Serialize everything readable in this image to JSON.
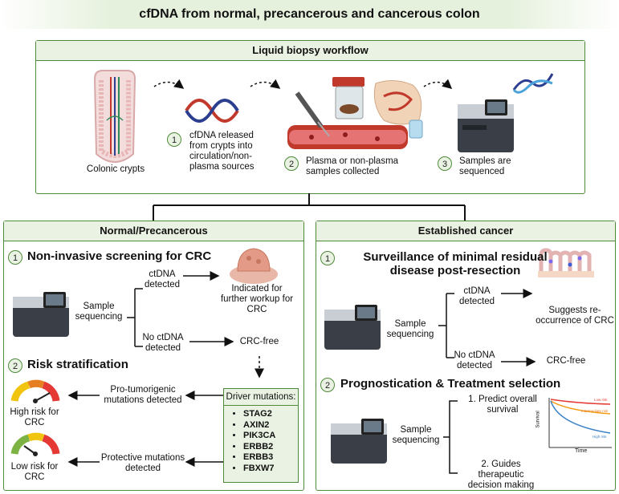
{
  "title": "cfDNA from normal, precancerous and cancerous colon",
  "workflow": {
    "title": "Liquid biopsy workflow",
    "crypts_label": "Colonic crypts",
    "step1": {
      "num": "1",
      "label": "cfDNA released from crypts into circulation/non-plasma sources"
    },
    "step2": {
      "num": "2",
      "label": "Plasma or non-plasma samples collected"
    },
    "step3": {
      "num": "3",
      "label": "Samples are sequenced"
    }
  },
  "left": {
    "title": "Normal/Precancerous",
    "s1": {
      "num": "1",
      "title": "Non-invasive screening for CRC",
      "sample": "Sample sequencing",
      "detected": "ctDNA detected",
      "indicated": "Indicated for further workup for CRC",
      "not_detected": "No ctDNA detected",
      "free": "CRC-free"
    },
    "s2": {
      "num": "2",
      "title": "Risk stratification",
      "high": "High risk for CRC",
      "low": "Low risk for CRC",
      "pro": "Pro-tumorigenic mutations detected",
      "prot": "Protective mutations detected",
      "driver_title": "Driver mutations:",
      "genes": [
        "STAG2",
        "AXIN2",
        "PIK3CA",
        "ERBB2",
        "ERBB3",
        "FBXW7"
      ]
    }
  },
  "right": {
    "title": "Established cancer",
    "s1": {
      "num": "1",
      "title": "Surveillance of minimal residual disease post-resection",
      "sample": "Sample sequencing",
      "detected": "ctDNA detected",
      "suggests": "Suggests re-occurrence of CRC",
      "not_detected": "No ctDNA detected",
      "free": "CRC-free"
    },
    "s2": {
      "num": "2",
      "title": "Prognostication & Treatment selection",
      "sample": "Sample sequencing",
      "p1": "1.  Predict overall survival",
      "p2": "2. Guides therapeutic decision making",
      "chart": {
        "ylabel": "Survival",
        "xlabel": "Time",
        "low": "Low risk",
        "mid": "Intermediate risk",
        "high": "High risk"
      }
    }
  },
  "colors": {
    "accent": "#4f8a3a",
    "panel_fill": "#eaf3e3"
  }
}
